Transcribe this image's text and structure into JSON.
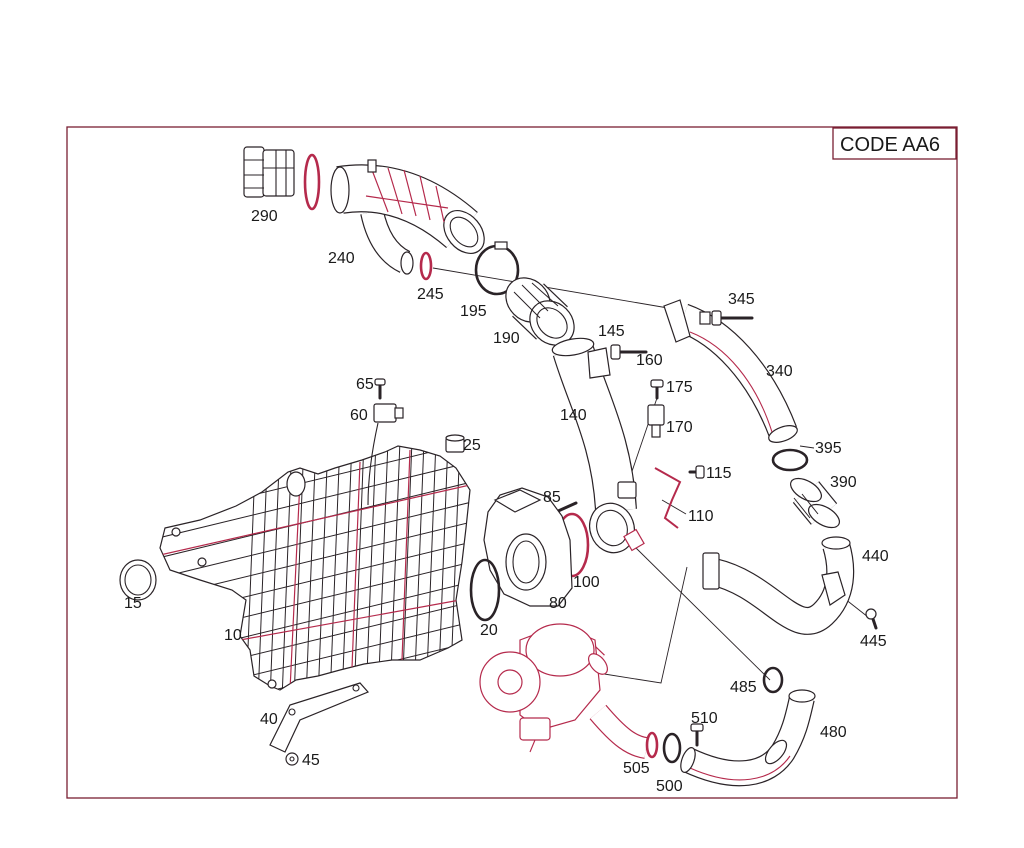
{
  "badge": {
    "text": "CODE AA6"
  },
  "callouts": [
    "290",
    "240",
    "245",
    "195",
    "190",
    "345",
    "145",
    "160",
    "340",
    "175",
    "65",
    "60",
    "140",
    "170",
    "25",
    "395",
    "115",
    "390",
    "85",
    "110",
    "440",
    "100",
    "15",
    "80",
    "20",
    "445",
    "10",
    "485",
    "40",
    "510",
    "480",
    "45",
    "505",
    "500"
  ],
  "colors": {
    "frame": "#7a1f33",
    "ink": "#2a2327",
    "accent": "#b52a4c",
    "label": "#1a1a1a"
  }
}
